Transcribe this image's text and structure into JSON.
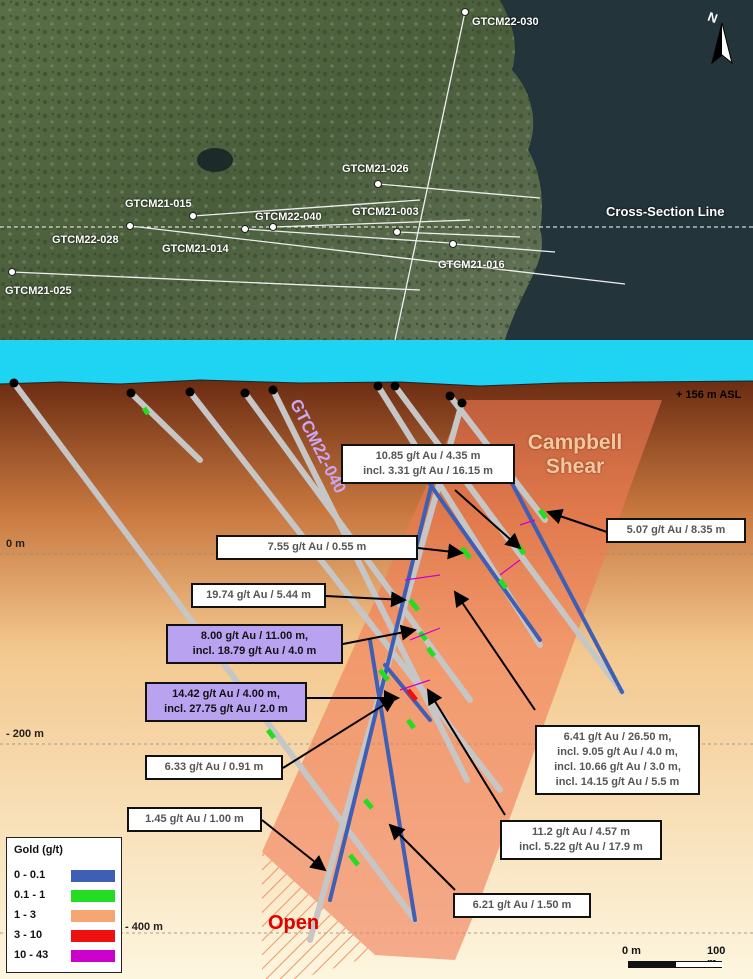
{
  "map": {
    "cross_section_label": "Cross-Section Line",
    "north_label": "N",
    "hole_labels": [
      "GTCM22-030",
      "GTCM21-026",
      "GTCM21-015",
      "GTCM22-040",
      "GTCM21-003",
      "GTCM22-028",
      "GTCM21-014",
      "GTCM21-016",
      "GTCM21-025"
    ]
  },
  "section": {
    "elevation_top": "+ 156 m ASL",
    "elevation_labels": [
      "0 m",
      "- 200 m",
      "- 400 m"
    ],
    "shear_label_line1": "Campbell",
    "shear_label_line2": "Shear",
    "open_label": "Open",
    "hole_label": "GTCM22-040"
  },
  "callouts": [
    {
      "line1": "10.85 g/t Au / 4.35 m",
      "line2": "incl. 3.31 g/t Au / 16.15 m",
      "highlight": false
    },
    {
      "line1": "5.07 g/t Au / 8.35 m",
      "highlight": false
    },
    {
      "line1": "7.55 g/t Au / 0.55 m",
      "highlight": false
    },
    {
      "line1": "19.74 g/t Au / 5.44 m",
      "highlight": false
    },
    {
      "line1": "8.00 g/t Au / 11.00 m,",
      "line2": "incl. 18.79 g/t Au / 4.0 m",
      "highlight": true
    },
    {
      "line1": "14.42 g/t Au / 4.00 m,",
      "line2": "incl. 27.75 g/t Au / 2.0 m",
      "highlight": true
    },
    {
      "line1": "6.41 g/t Au / 26.50 m,",
      "line2": "incl. 9.05 g/t Au / 4.0 m,",
      "line3": "incl. 10.66 g/t Au / 3.0 m,",
      "line4": "incl. 14.15 g/t Au / 5.5 m",
      "highlight": false
    },
    {
      "line1": "6.33 g/t Au / 0.91 m",
      "highlight": false
    },
    {
      "line1": "11.2 g/t Au / 4.57 m",
      "line2": "incl. 5.22 g/t Au / 17.9 m",
      "highlight": false
    },
    {
      "line1": "1.45 g/t Au / 1.00 m",
      "highlight": false
    },
    {
      "line1": "6.21 g/t Au / 1.50 m",
      "highlight": false
    }
  ],
  "legend": {
    "title": "Gold (g/t)",
    "items": [
      {
        "label": "0 - 0.1",
        "color": "#3f5fb5"
      },
      {
        "label": "0.1 - 1",
        "color": "#22dd22"
      },
      {
        "label": "1 - 3",
        "color": "#f5a673"
      },
      {
        "label": "3 - 10",
        "color": "#ee1111"
      },
      {
        "label": "10 - 43",
        "color": "#cc00cc"
      }
    ]
  },
  "scale_bar": {
    "start": "0 m",
    "end": "100 m"
  },
  "colors": {
    "water": "#1fd3f3",
    "shear": "#f07a55",
    "callout_highlight": "#b9a3f1",
    "hole": "#c6c6c6"
  }
}
